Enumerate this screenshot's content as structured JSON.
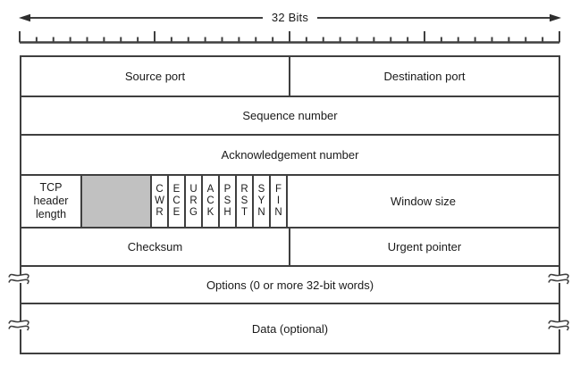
{
  "title_arrow": {
    "label": "32 Bits"
  },
  "ruler": {
    "total_bits": 32,
    "major_every": 8
  },
  "colors": {
    "line": "#3f3f3f",
    "text": "#1a1a1a",
    "reserved_fill": "#c1c1c1"
  },
  "rows": {
    "ports": {
      "source_port": "Source port",
      "destination_port": "Destination port"
    },
    "sequence": {
      "label": "Sequence number"
    },
    "acknowledgement": {
      "label": "Acknowledgement number"
    },
    "flags_row": {
      "tcp_header_length": "TCP header length",
      "flags": [
        "CWR",
        "ECE",
        "URG",
        "ACK",
        "PSH",
        "RST",
        "SYN",
        "FIN"
      ],
      "window_size": "Window size"
    },
    "checksum_row": {
      "checksum": "Checksum",
      "urgent_pointer": "Urgent pointer"
    },
    "options": {
      "label": "Options (0 or more 32-bit words)"
    },
    "data": {
      "label": "Data (optional)"
    }
  }
}
